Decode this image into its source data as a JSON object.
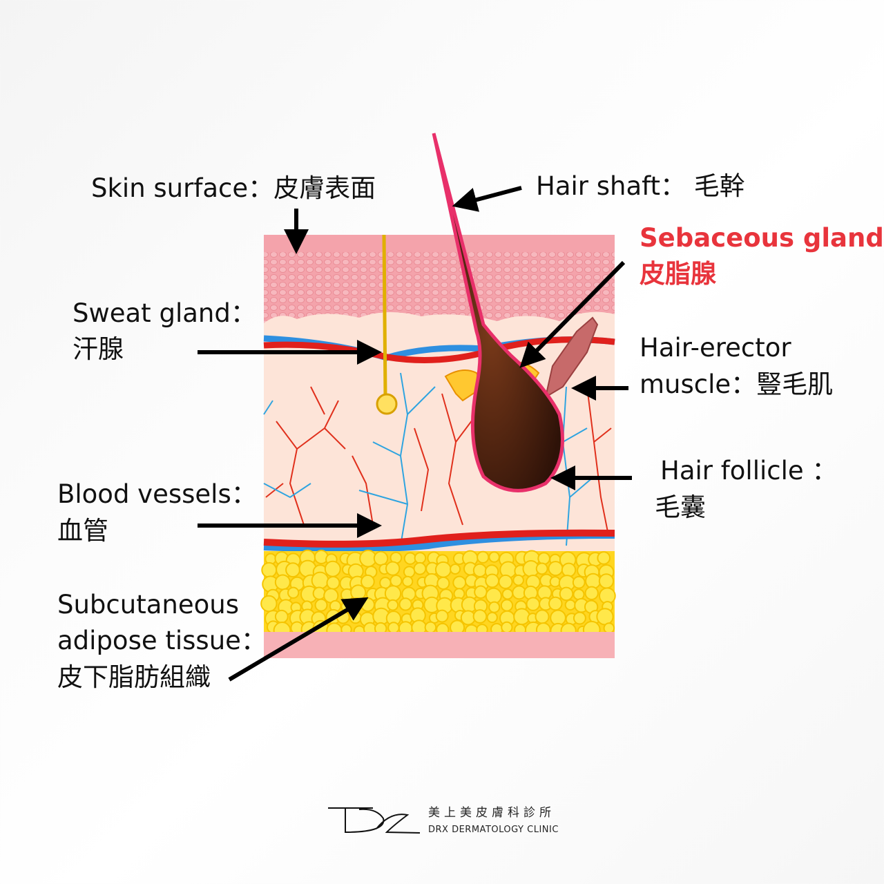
{
  "labels": {
    "skin_surface": "Skin surface：皮膚表面",
    "hair_shaft": "Hair shaft： 毛幹",
    "sebaceous_en": "Sebaceous gland:",
    "sebaceous_cn": "皮脂腺",
    "sweat_en": "Sweat gland：",
    "sweat_cn": "汗腺",
    "erector_en": "Hair-erector",
    "erector_cn": "muscle：豎毛肌",
    "follicle_en": "Hair follicle ：",
    "follicle_cn": "毛囊",
    "blood_en": "Blood vessels：",
    "blood_cn": "血管",
    "adipose_en1": "Subcutaneous",
    "adipose_en2": "adipose tissue：",
    "adipose_cn": "皮下脂肪組織"
  },
  "logo": {
    "mark": "DRX",
    "name_cn": "美上美皮膚科診所",
    "name_en": "DRX DERMATOLOGY CLINIC"
  },
  "colors": {
    "highlight": "#e8343c",
    "epidermis": "#f4a3ab",
    "dermis": "#fde4d8",
    "artery": "#e0201c",
    "vein": "#2e8fe0",
    "fat": "#ffe23a",
    "hair": "#3b1a0c"
  }
}
